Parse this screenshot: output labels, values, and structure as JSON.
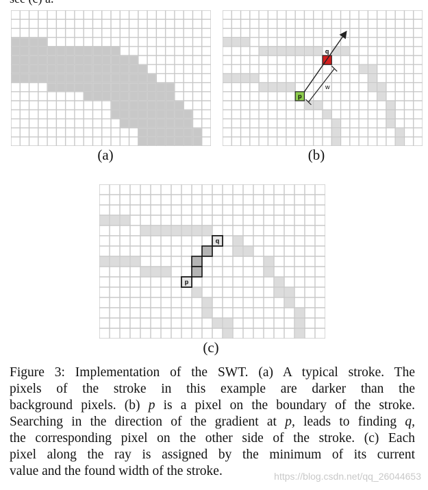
{
  "top_text": "see (c) a.",
  "panels": {
    "a": {
      "label": "(a)"
    },
    "b": {
      "label": "(b)",
      "q_label": "q",
      "p_label": "p",
      "w_label": "w"
    },
    "c": {
      "label": "(c)",
      "q_label": "q",
      "p_label": "p"
    }
  },
  "caption": {
    "lines": [
      "Figure 3: Implementation of the SWT. (a) A typical stroke. The",
      "pixels of the stroke in this example are darker than the",
      "background pixels. (b) ",
      "Searching in the direction of the gradient at ",
      "the corresponding pixel on the other side of the stroke. (c) Each",
      "pixel along the ray is assigned by the minimum of its current",
      "value and the found width of the stroke."
    ],
    "line3_p": "p",
    "line3_rest": " is a pixel on the boundary of the stroke.",
    "line4_p": "p,",
    "line4_rest": " leads to finding ",
    "line4_q": "q,"
  },
  "watermark": "https://blog.csdn.net/qq_26044653",
  "colors": {
    "grid_line": "#c8c8c8",
    "stroke_fill": "#c8c8c8",
    "light_fill": "#dcdcdc",
    "q_red": "#d42020",
    "p_green": "#8fce4f",
    "ray_cell": "#b4b4b4"
  }
}
